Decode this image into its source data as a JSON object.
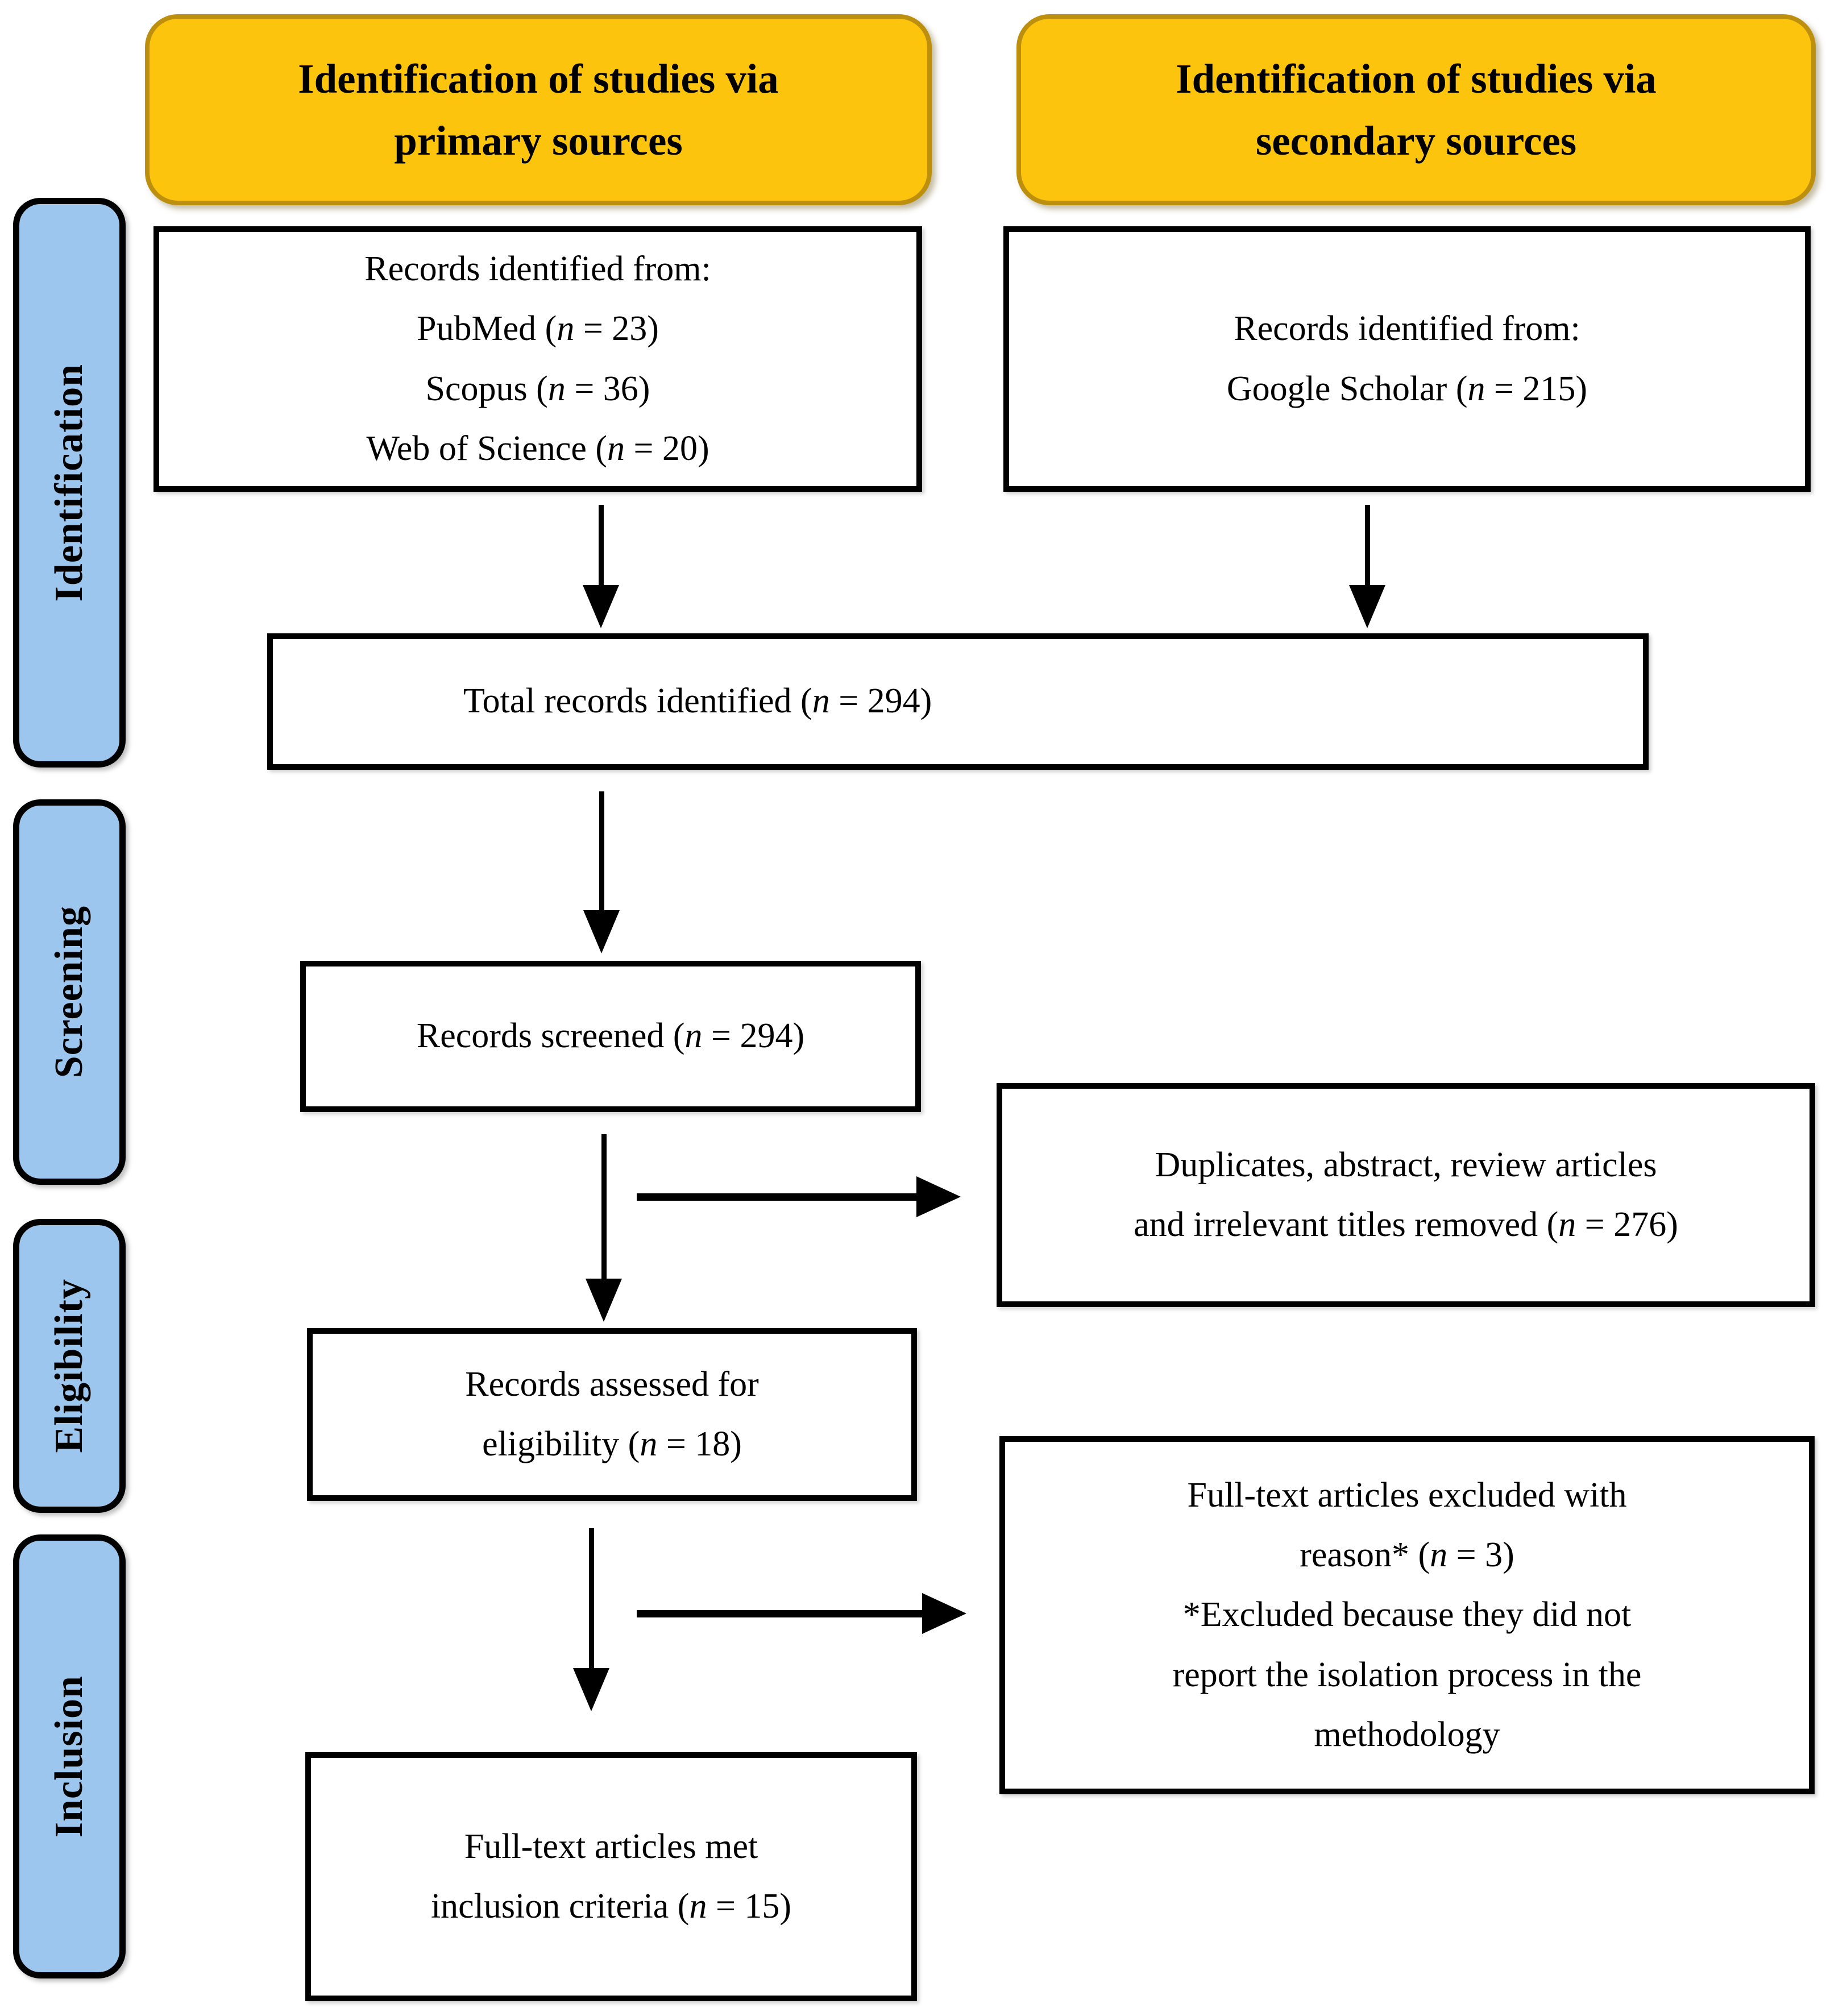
{
  "colors": {
    "header_bg": "#FCC40D",
    "header_border": "#BD8F0E",
    "stage_bg": "#9CC6ED",
    "box_border": "#000000",
    "text_color": "#000000"
  },
  "headers": {
    "primary": {
      "lines": [
        "Identification of studies via",
        "primary sources"
      ]
    },
    "secondary": {
      "lines": [
        "Identification of studies via",
        "secondary sources"
      ]
    }
  },
  "stages": [
    {
      "label": "Identification"
    },
    {
      "label": "Screening"
    },
    {
      "label": "Eligibility"
    },
    {
      "label": "Inclusion"
    }
  ],
  "boxes": {
    "records_primary": {
      "lines": [
        "Records identified from:",
        "PubMed (n = 23)",
        "Scopus (n = 36)",
        "Web of Science (n = 20)"
      ]
    },
    "records_secondary": {
      "lines": [
        "Records identified from:",
        "Google Scholar (n = 215)"
      ]
    },
    "total_records": {
      "lines": [
        "Total records identified (n = 294)"
      ]
    },
    "records_screened": {
      "lines": [
        "Records screened (n = 294)"
      ]
    },
    "duplicates_removed": {
      "lines": [
        "Duplicates, abstract, review articles",
        "and irrelevant titles removed (n = 276)"
      ]
    },
    "records_assessed": {
      "lines": [
        "Records assessed for",
        "eligibility (n = 18)"
      ]
    },
    "fulltext_excluded": {
      "lines": [
        "Full-text articles excluded with",
        "reason* (n = 3)",
        "*Excluded because they did not",
        "report the isolation process in the",
        "methodology"
      ]
    },
    "fulltext_included": {
      "lines": [
        "Full-text articles met",
        "inclusion criteria (n = 15)"
      ]
    }
  }
}
